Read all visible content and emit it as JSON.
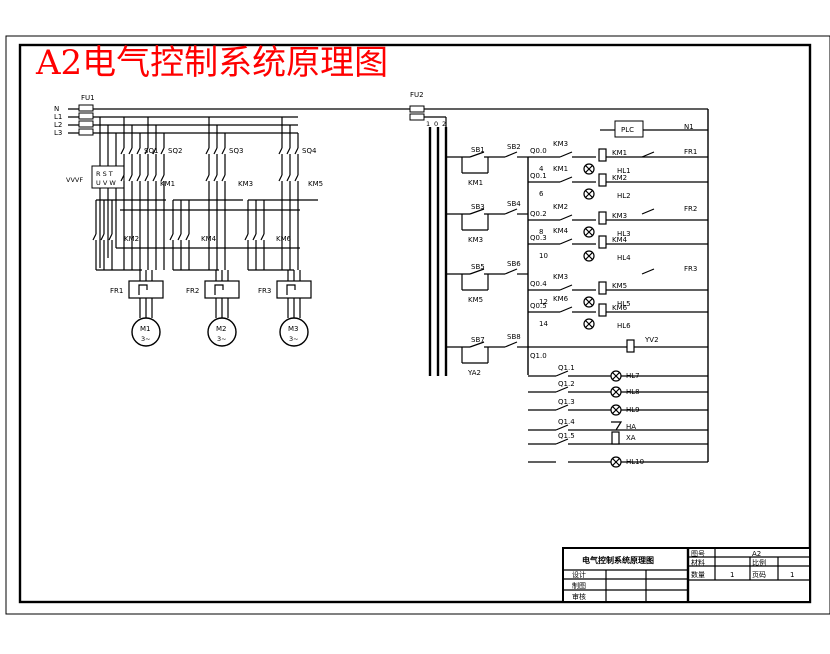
{
  "title": "A2电气控制系统原理图",
  "power_bus": [
    "N",
    "L1",
    "L2",
    "L3"
  ],
  "fuses": {
    "main": "FU1",
    "control": "FU2"
  },
  "vvvf": {
    "label": "VVVF",
    "inputs": "R S T",
    "outputs": "U V W"
  },
  "breakers": [
    "SQ1",
    "SQ2",
    "SQ3",
    "SQ4"
  ],
  "main_contactors": [
    "KM1",
    "KM3",
    "KM5"
  ],
  "reverse_contactors": [
    "KM2",
    "KM4",
    "KM6"
  ],
  "overloads": [
    "FR1",
    "FR2",
    "FR3"
  ],
  "motors": [
    {
      "name": "M1",
      "type": "3~"
    },
    {
      "name": "M2",
      "type": "3~"
    },
    {
      "name": "M3",
      "type": "3~"
    }
  ],
  "control_bus": [
    "1",
    "0",
    "2"
  ],
  "plc": "PLC",
  "n1": "N1",
  "buttons": [
    "SB1",
    "SB2",
    "SB3",
    "SB4",
    "SB5",
    "SB6",
    "SB7",
    "SB8"
  ],
  "coil_labels": [
    "KM1",
    "KM3",
    "KM5",
    "YA2"
  ],
  "plc_outputs": [
    "Q0.0",
    "Q0.1",
    "Q0.2",
    "Q0.3",
    "Q0.4",
    "Q0.5",
    "Q1.0",
    "Q1.1",
    "Q1.2",
    "Q1.3",
    "Q1.4",
    "Q1.5"
  ],
  "terminal_numbers": [
    "4",
    "6",
    "8",
    "10",
    "12",
    "14"
  ],
  "right_contacts": [
    "KM3",
    "KM1",
    "KM2",
    "KM4",
    "KM3",
    "KM6",
    "KM5",
    "KM2"
  ],
  "right_coils": [
    "KM1",
    "KM2",
    "KM3",
    "KM4",
    "KM5",
    "KM6"
  ],
  "lamps": [
    "HL1",
    "HL2",
    "HL3",
    "HL4",
    "HL5",
    "HL6",
    "HL7",
    "HL8",
    "HL9",
    "HL10"
  ],
  "overload_contacts": [
    "FR1",
    "FR2",
    "FR3"
  ],
  "valve": "YV2",
  "alarms": [
    "HA",
    "XA"
  ],
  "title_block": {
    "name": "电气控制系统原理图",
    "drawing_no_label": "图号",
    "drawing_no": "A2",
    "material_label": "材料",
    "scale_label": "比例",
    "qty_label": "数量",
    "qty": "1",
    "page_label": "页码",
    "page": "1",
    "design_label": "设计",
    "draw_label": "制图",
    "review_label": "审核"
  }
}
